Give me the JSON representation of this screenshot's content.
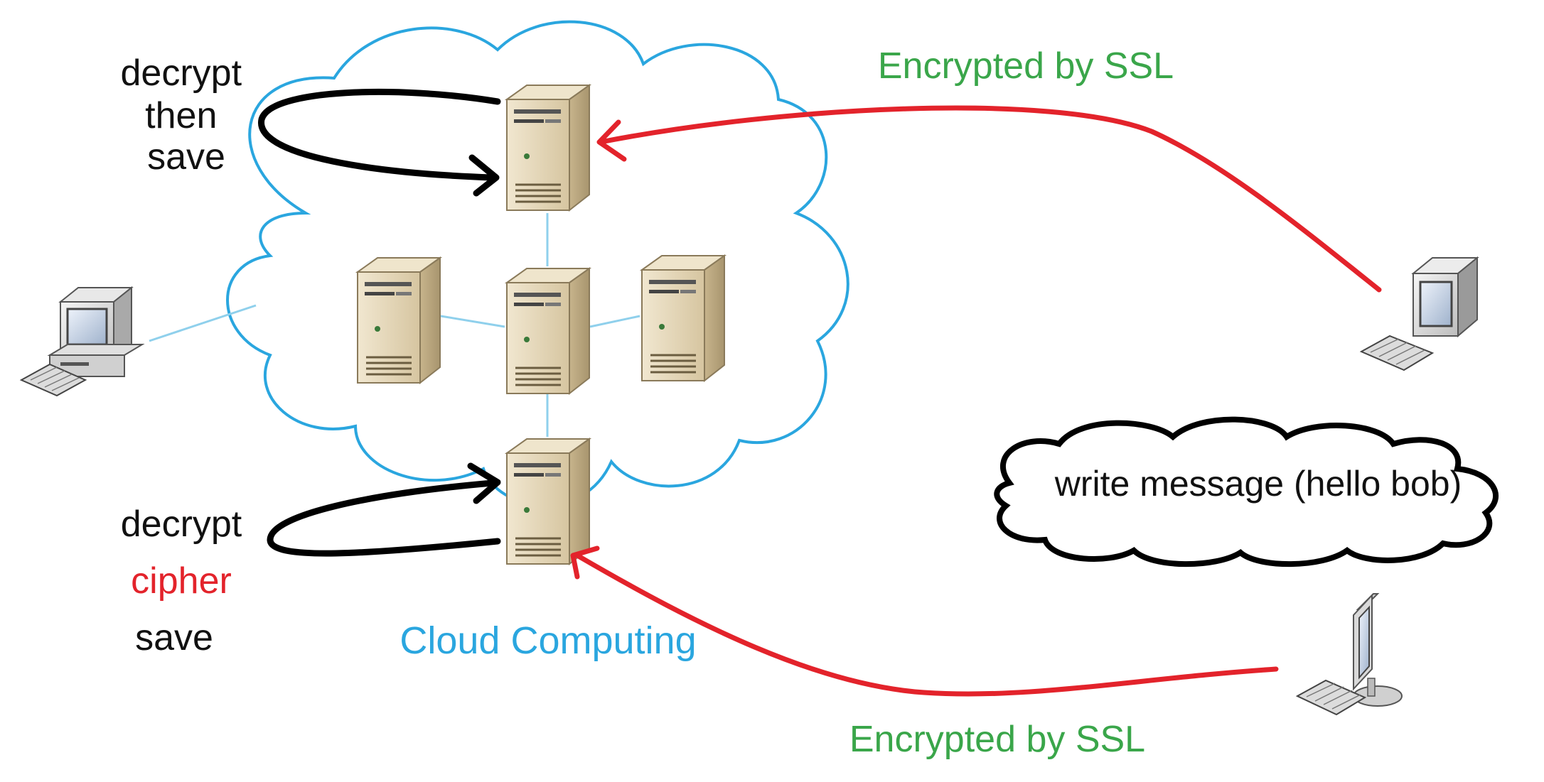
{
  "labels": {
    "decrypt_then_save": [
      "decrypt",
      "then",
      "save"
    ],
    "decrypt_cipher_save": {
      "line1": "decrypt",
      "line2": "cipher",
      "line3": "save"
    },
    "encrypted_top": "Encrypted by SSL",
    "encrypted_bottom": "Encrypted by SSL",
    "cloud_label": "Cloud Computing",
    "message_bubble": "write message (hello bob)"
  },
  "colors": {
    "cloud_outline": "#2aa6df",
    "cloud_label": "#2aa6df",
    "ssl_label": "#3aa64a",
    "ssl_arrow": "#e3232b",
    "cipher_text": "#e3232b",
    "loop_arrow": "#000000",
    "connector": "#8fd0ec",
    "server_body": "#e2d4b6"
  },
  "icons": {
    "server": "server-tower-icon",
    "desktop": "desktop-computer-icon",
    "monitor": "lcd-monitor-icon"
  }
}
